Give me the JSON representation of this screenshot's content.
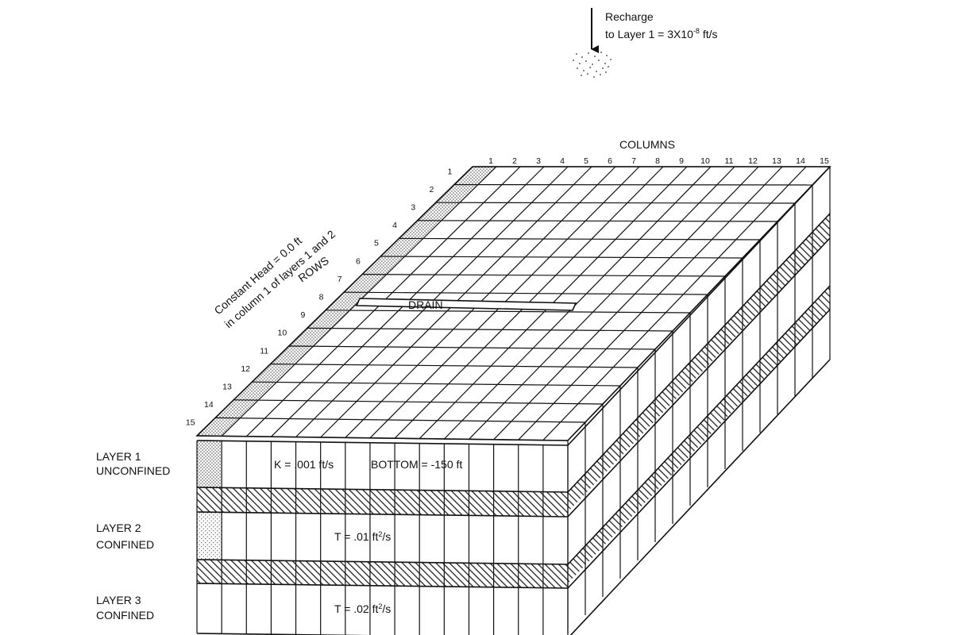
{
  "recharge": {
    "line1": "Recharge",
    "line2_prefix": "to Layer 1 = 3X10",
    "line2_exp": "-8",
    "line2_suffix": " ft/s"
  },
  "columns_title": "COLUMNS",
  "rows_title": "ROWS",
  "column_numbers": [
    "1",
    "2",
    "3",
    "4",
    "5",
    "6",
    "7",
    "8",
    "9",
    "10",
    "11",
    "12",
    "13",
    "14",
    "15"
  ],
  "row_numbers": [
    "1",
    "2",
    "3",
    "4",
    "5",
    "6",
    "7",
    "8",
    "9",
    "10",
    "11",
    "12",
    "13",
    "14",
    "15"
  ],
  "constant_head": {
    "line1": "Constant Head = 0.0 ft",
    "line2": "in column 1 of layers 1 and 2"
  },
  "drain_label": "DRAIN",
  "layers": [
    {
      "name": "LAYER 1",
      "type": "UNCONFINED",
      "property": "K = .001 ft/s",
      "bottom": "BOTTOM = -150 ft"
    },
    {
      "name": "LAYER 2",
      "type": "CONFINED",
      "property_prefix": "T = .01 ft",
      "property_sup": "2",
      "property_suffix": "/s"
    },
    {
      "name": "LAYER 3",
      "type": "CONFINED",
      "property_prefix": "T = .02 ft",
      "property_sup": "2",
      "property_suffix": "/s"
    }
  ],
  "colors": {
    "line": "#111111",
    "stipple": "#555555",
    "hatch": "#222222",
    "background": "#ffffff"
  }
}
